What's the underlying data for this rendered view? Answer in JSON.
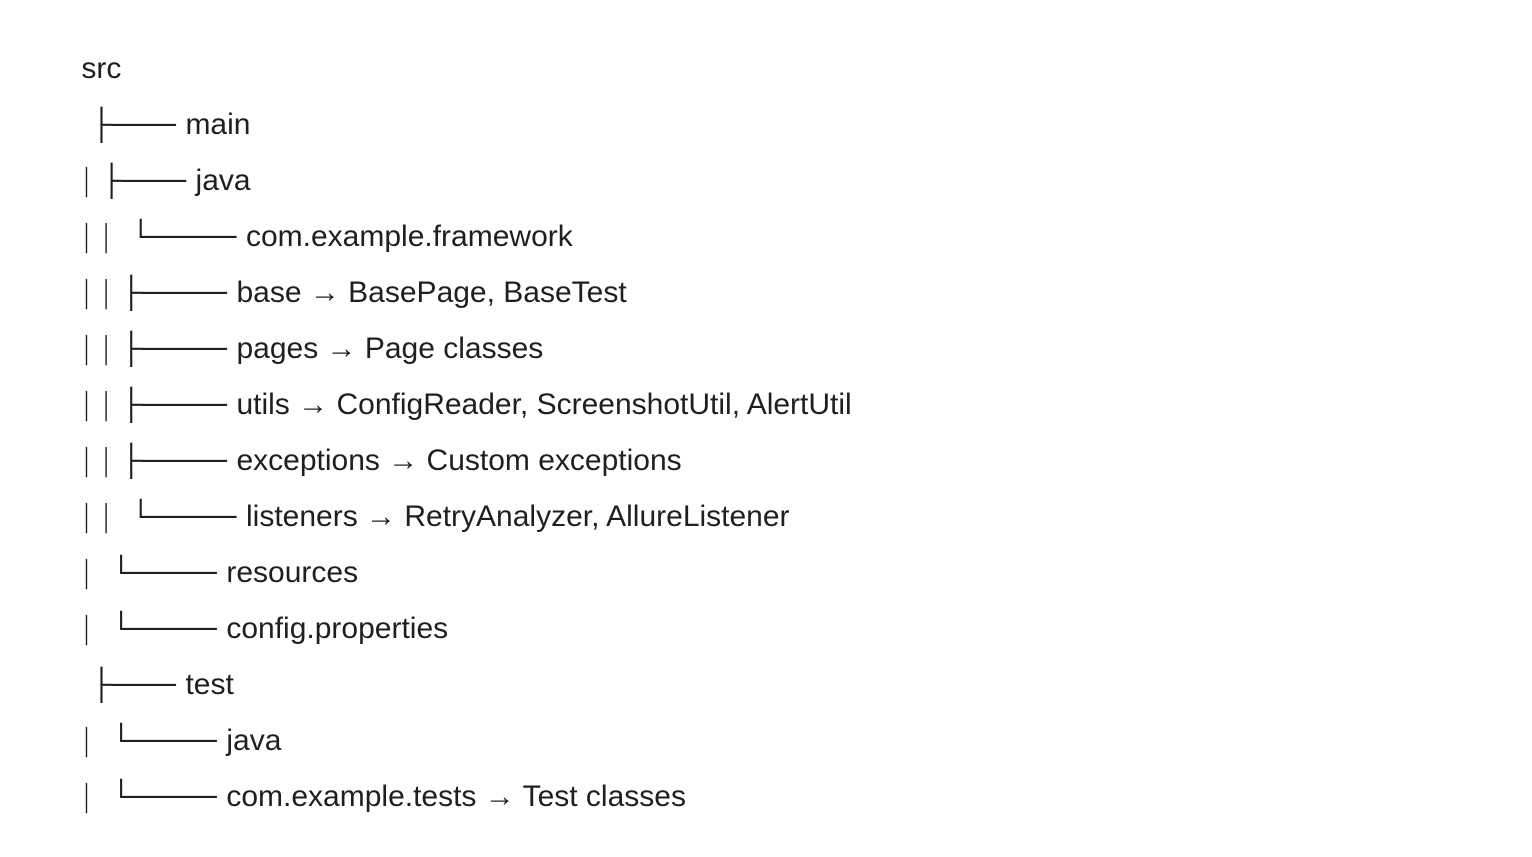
{
  "tree": {
    "root": "src",
    "rows": [
      {
        "prefix": " ├─── ",
        "label": "main"
      },
      {
        "prefix": "| ├─── ",
        "label": "java"
      },
      {
        "prefix": "| |  └──── ",
        "label": "com.example.framework"
      },
      {
        "prefix": "| | ├──── ",
        "label": "base → BasePage, BaseTest"
      },
      {
        "prefix": "| | ├──── ",
        "label": "pages → Page classes"
      },
      {
        "prefix": "| | ├──── ",
        "label": "utils → ConfigReader, ScreenshotUtil, AlertUtil"
      },
      {
        "prefix": "| | ├──── ",
        "label": "exceptions → Custom exceptions"
      },
      {
        "prefix": "| |  └──── ",
        "label": "listeners → RetryAnalyzer, AllureListener"
      },
      {
        "prefix": "|  └──── ",
        "label": "resources"
      },
      {
        "prefix": "|  └──── ",
        "label": "config.properties"
      },
      {
        "prefix": " ├─── ",
        "label": "test"
      },
      {
        "prefix": "|  └──── ",
        "label": "java"
      },
      {
        "prefix": "|  └──── ",
        "label": "com.example.tests → Test classes"
      }
    ]
  }
}
